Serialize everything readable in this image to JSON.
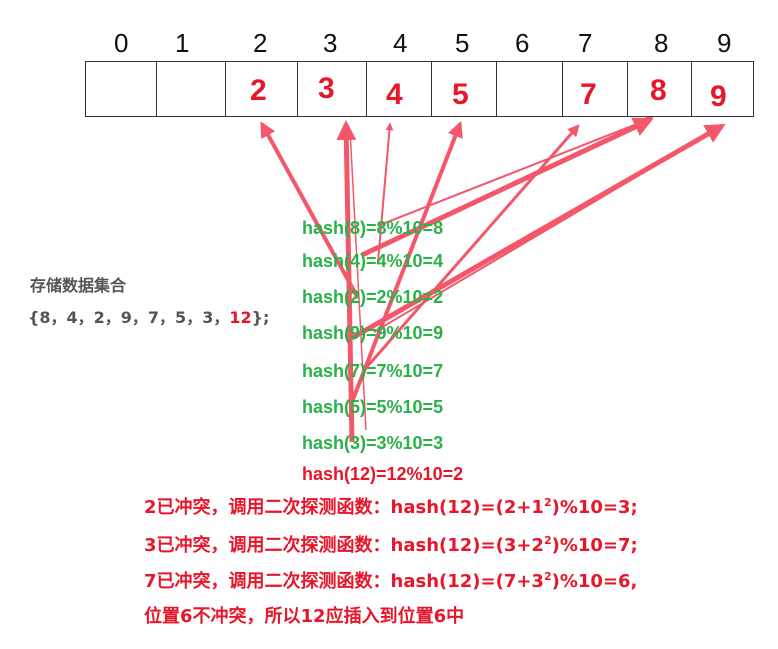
{
  "indices": [
    "0",
    "1",
    "2",
    "3",
    "4",
    "5",
    "6",
    "7",
    "8",
    "9"
  ],
  "cells": [
    "",
    "",
    "2",
    "3",
    "4",
    "5",
    "",
    "7",
    "8",
    "9"
  ],
  "data_set": {
    "title": "存储数据集合",
    "open": "{8，4，2，9，7，5，3，",
    "highlight": "12",
    "close": "};"
  },
  "hash_lines": [
    "hash(8)=8%10=8",
    "hash(4)=4%10=4",
    "hash(2)=2%10=2",
    "hash(9)=9%10=9",
    "hash(7)=7%10=7",
    "hash(5)=5%10=5",
    "hash(3)=3%10=3",
    "hash(12)=12%10=2"
  ],
  "notes": {
    "line1": {
      "pre": "2已冲突，调用二次探测函数：hash(12)=(2+1",
      "sup": "2",
      "post": ")%10=3;"
    },
    "line2": {
      "pre": "3已冲突，调用二次探测函数：hash(12)=(3+2",
      "sup": "2",
      "post": ")%10=7;"
    },
    "line3": {
      "pre": "7已冲突，调用二次探测函数：hash(12)=(7+3",
      "sup": "2",
      "post": ")%10=6,"
    },
    "line4": "位置6不冲突，所以12应插入到位置6中"
  },
  "colors": {
    "accent_red": "#e8162a",
    "hash_green": "#2ab24a",
    "arrow": "#f4566a"
  }
}
